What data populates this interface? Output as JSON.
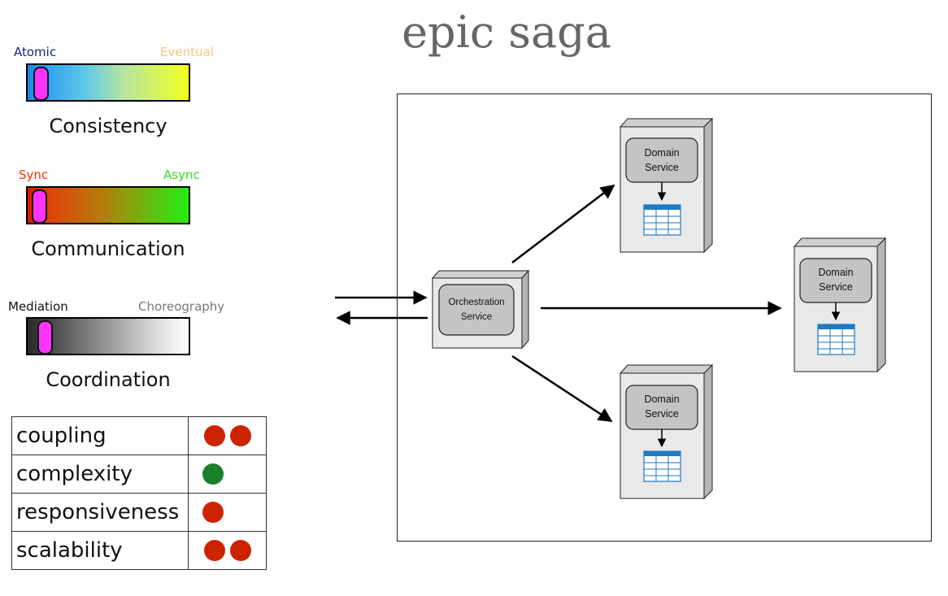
{
  "title": "epic saga",
  "scales": [
    {
      "left": "Atomic",
      "right": "Eventual",
      "left_color": "#1a237e",
      "right_color": "#f5c77a",
      "caption": "Consistency",
      "gradient": [
        "#2196f3",
        "#f4ff1f"
      ],
      "position": 0.09
    },
    {
      "left": "Sync",
      "right": "Async",
      "left_color": "#ff2a00",
      "right_color": "#33dd22",
      "caption": "Communication",
      "gradient": [
        "#e01b00",
        "#22ee11"
      ],
      "position": 0.08
    },
    {
      "left": "Mediation",
      "right": "Choreography",
      "left_color": "#111111",
      "right_color": "#777777",
      "caption": "Coordination",
      "gradient": [
        "#333333",
        "#ffffff"
      ],
      "position": 0.12
    }
  ],
  "metrics": [
    {
      "name": "coupling",
      "dots": 2,
      "color": "red"
    },
    {
      "name": "complexity",
      "dots": 1,
      "color": "green"
    },
    {
      "name": "responsiveness",
      "dots": 1,
      "color": "red"
    },
    {
      "name": "scalability",
      "dots": 2,
      "color": "red"
    }
  ],
  "colors": {
    "red": "#cc2200",
    "green": "#1a7f2a",
    "thumb": "#ff33ff"
  },
  "diagram": {
    "orchestrator": {
      "line1": "Orchestration",
      "line2": "Service"
    },
    "services": [
      {
        "line1": "Domain",
        "line2": "Service"
      },
      {
        "line1": "Domain",
        "line2": "Service"
      },
      {
        "line1": "Domain",
        "line2": "Service"
      }
    ]
  }
}
